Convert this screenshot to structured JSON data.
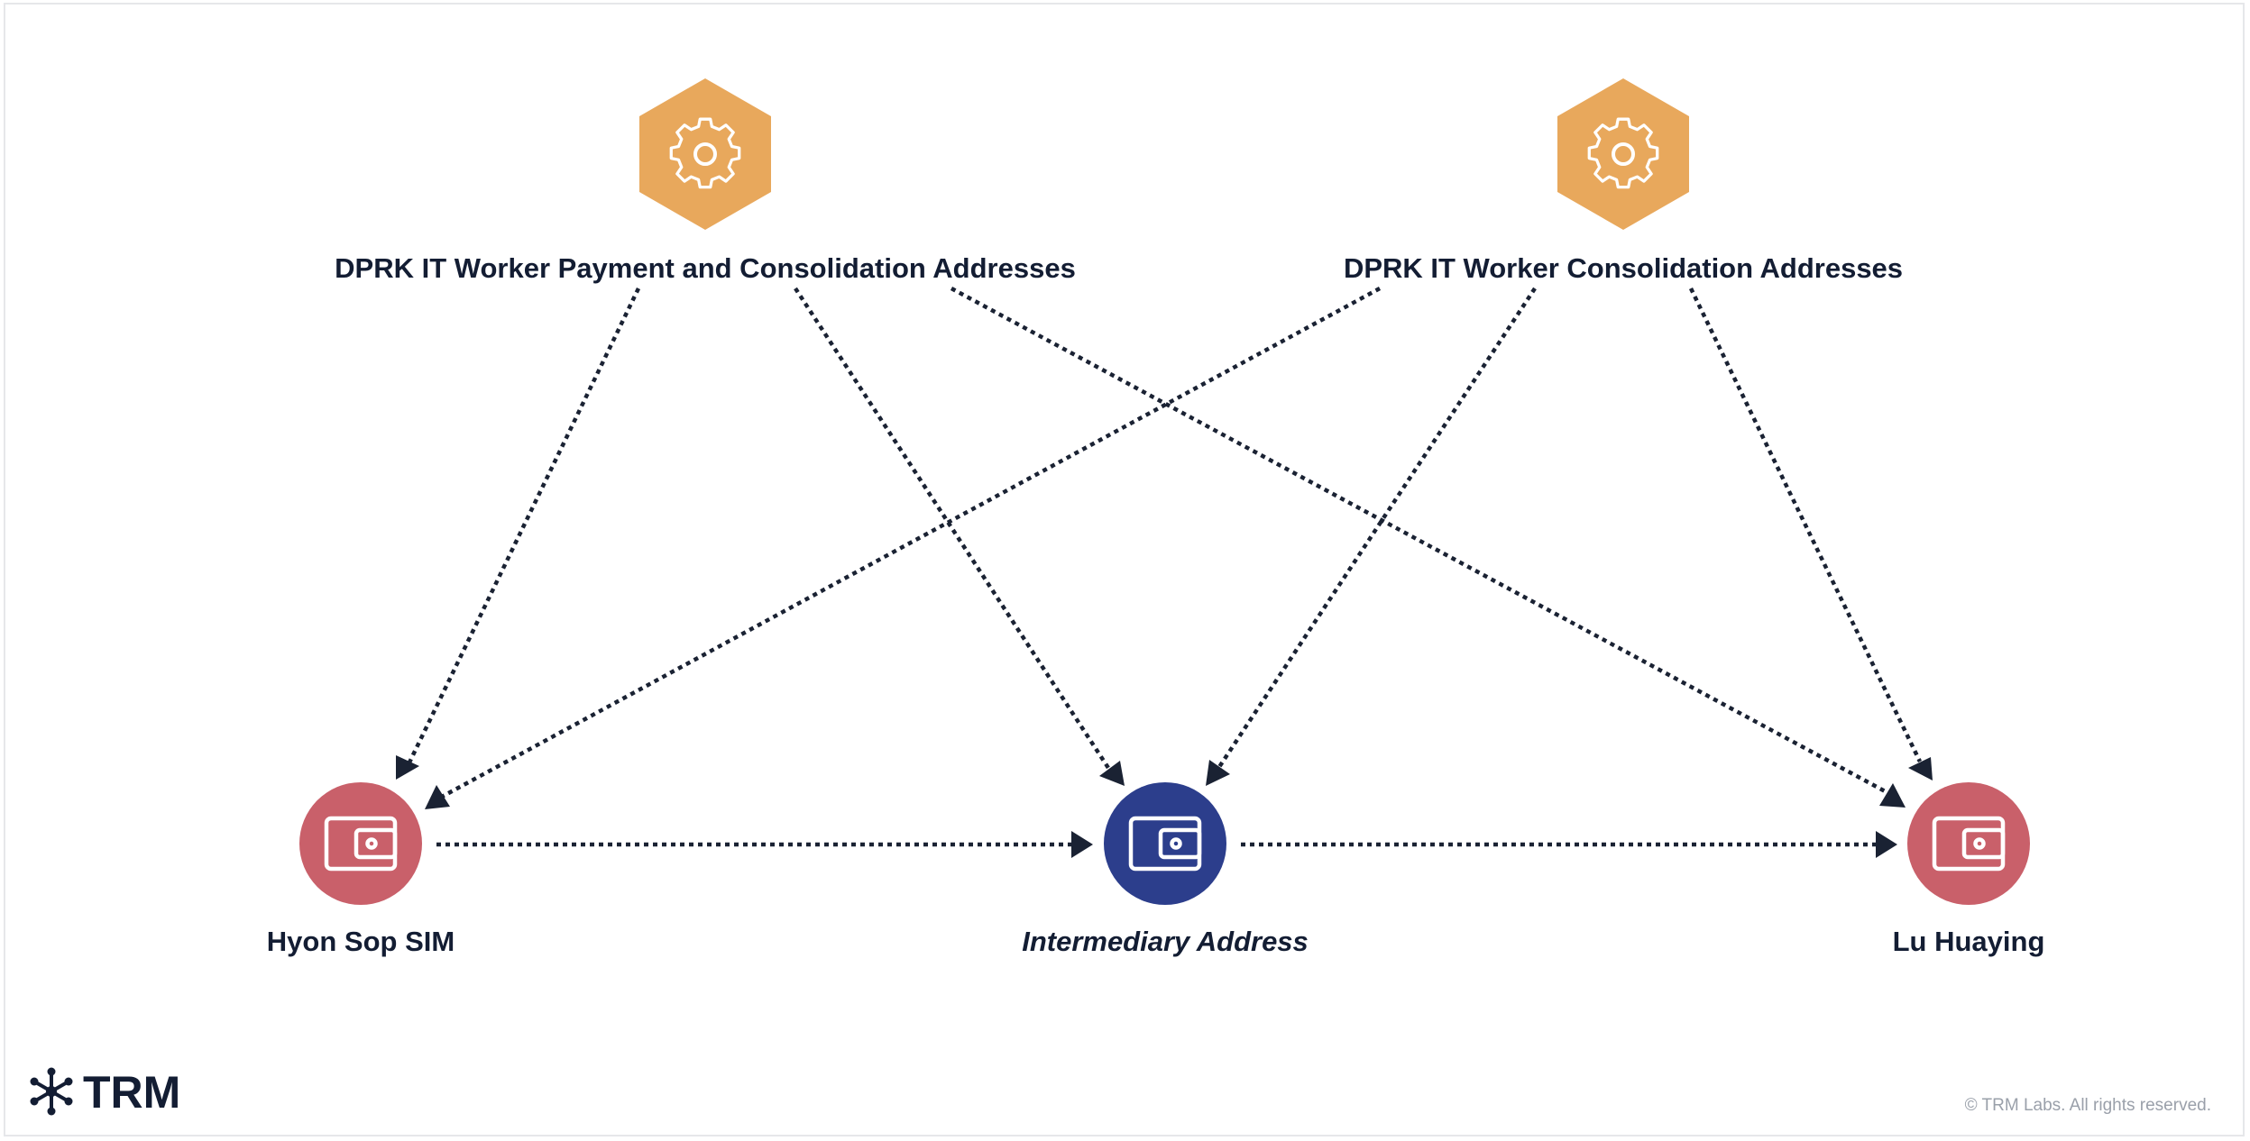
{
  "diagram": {
    "sources": [
      {
        "id": "source-payment-consolidation",
        "label": "DPRK IT Worker Payment and Consolidation Addresses",
        "icon": "gear-icon",
        "color": "#e8a85c"
      },
      {
        "id": "source-consolidation",
        "label": "DPRK IT Worker Consolidation Addresses",
        "icon": "gear-icon",
        "color": "#e8a85c"
      }
    ],
    "targets": [
      {
        "id": "wallet-hyon-sop-sim",
        "label": "Hyon Sop SIM",
        "icon": "wallet-icon",
        "color": "#c9606a",
        "italic": false
      },
      {
        "id": "wallet-intermediary",
        "label": "Intermediary Address",
        "icon": "wallet-icon",
        "color": "#2c3e8c",
        "italic": true
      },
      {
        "id": "wallet-lu-huaying",
        "label": "Lu Huaying",
        "icon": "wallet-icon",
        "color": "#c9606a",
        "italic": false
      }
    ],
    "edges": [
      {
        "from": "source-payment-consolidation",
        "to": "wallet-hyon-sop-sim"
      },
      {
        "from": "source-payment-consolidation",
        "to": "wallet-intermediary"
      },
      {
        "from": "source-payment-consolidation",
        "to": "wallet-lu-huaying"
      },
      {
        "from": "source-consolidation",
        "to": "wallet-hyon-sop-sim"
      },
      {
        "from": "source-consolidation",
        "to": "wallet-intermediary"
      },
      {
        "from": "source-consolidation",
        "to": "wallet-lu-huaying"
      },
      {
        "from": "wallet-hyon-sop-sim",
        "to": "wallet-intermediary"
      },
      {
        "from": "wallet-intermediary",
        "to": "wallet-lu-huaying"
      }
    ],
    "edge_color": "#1a2233"
  },
  "footer": {
    "logo_text": "TRM",
    "logo_icon": "trm-asterisk-icon",
    "copyright": "© TRM Labs. All rights reserved."
  }
}
